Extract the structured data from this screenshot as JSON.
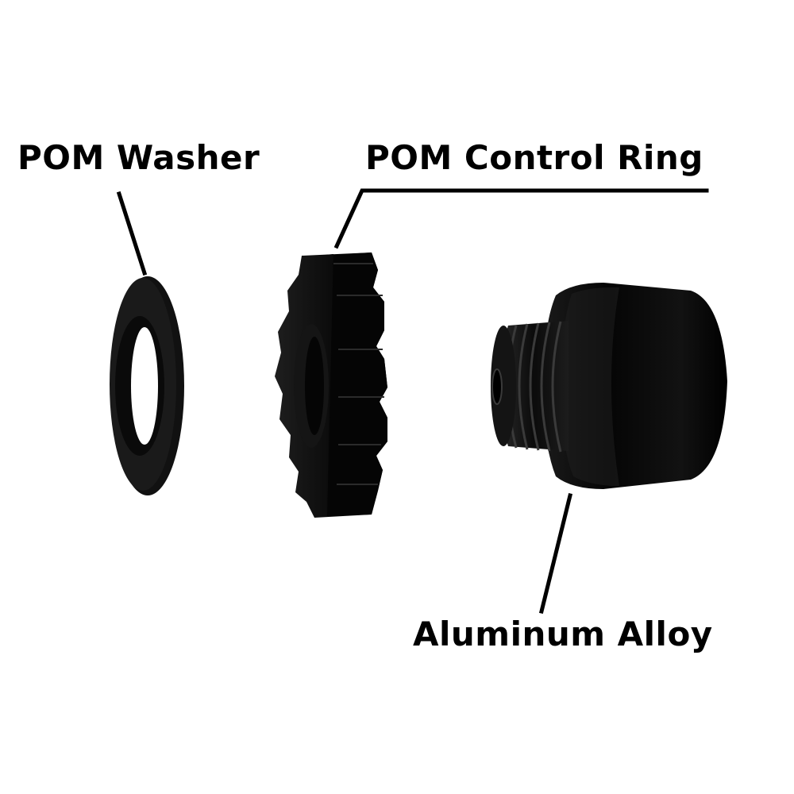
{
  "labels": {
    "washer": "POM Washer",
    "control_ring": "POM Control Ring",
    "alloy": "Aluminum Alloy"
  },
  "colors": {
    "background": "#ffffff",
    "part": "#0a0a0a",
    "leader_line": "#000000"
  }
}
